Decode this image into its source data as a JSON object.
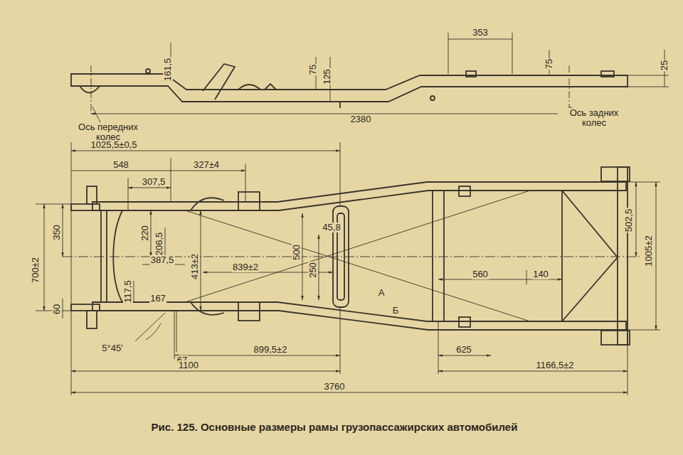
{
  "diagram": {
    "caption": "Рис. 125. Основные размеры рамы грузопассажирских автомобилей",
    "labels": [
      "161,5",
      "75",
      "125",
      "353",
      "75",
      "25",
      "Ось передних колес",
      "2380",
      "Ось задних колес",
      "1025,5±0,5",
      "548",
      "327±4",
      "307,5",
      "350",
      "220",
      "206,5",
      "387,5",
      "413±2",
      "839±2",
      "45,8",
      "500",
      "250",
      "А",
      "Б",
      "560",
      "140",
      "502,5",
      "1005±2",
      "700±2",
      "60",
      "117,5",
      "167",
      "5°45'",
      "67",
      "899,5±2",
      "625",
      "1100",
      "1166,5±2",
      "3760"
    ]
  }
}
